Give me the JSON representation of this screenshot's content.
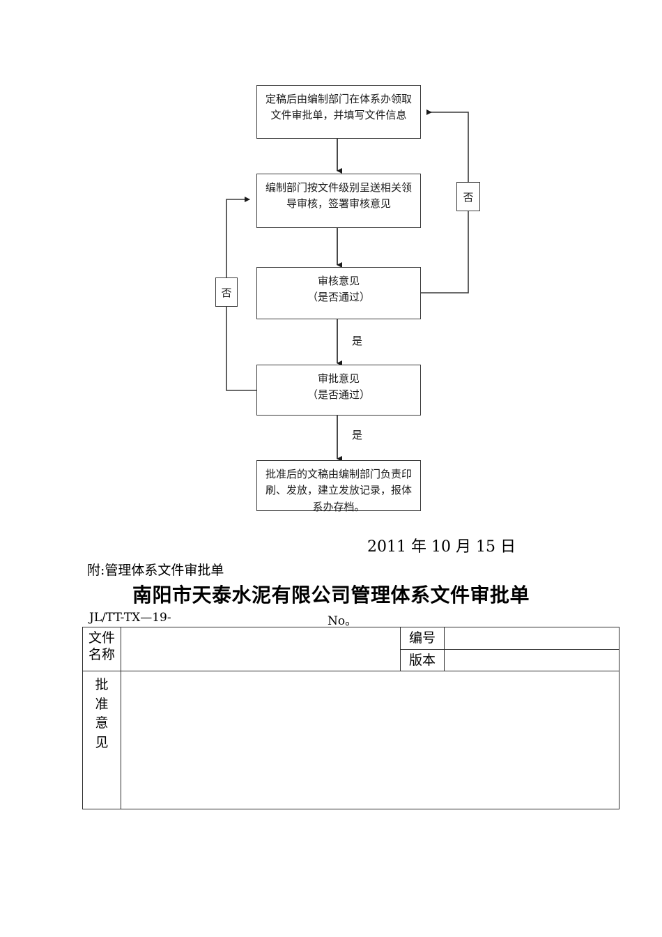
{
  "flowchart": {
    "nodes": [
      {
        "id": "n1",
        "text_lines": [
          "定稿后由编制部门在体系办领取",
          "文件审批单，并填写文件信息"
        ]
      },
      {
        "id": "n2",
        "text_lines": [
          "编制部门按文件级别呈送相关领",
          "导审核，签署审核意见"
        ]
      },
      {
        "id": "n3",
        "text_lines": [
          "审核意见",
          "（是否通过）"
        ]
      },
      {
        "id": "n4",
        "text_lines": [
          "审批意见",
          "（是否通过）"
        ]
      },
      {
        "id": "n5",
        "text_lines": [
          "批准后的文稿由编制部门负责印",
          "刷、发放，建立发放记录，报体",
          "系办存档。"
        ]
      }
    ],
    "edge_labels": {
      "no_right": "否",
      "no_left": "否",
      "yes_mid": "是",
      "yes_bottom": "是"
    },
    "line_color": "#3a3a3a"
  },
  "document": {
    "date": "2011 年 10 月 15 日",
    "attachment": "附:管理体系文件审批单",
    "form_title": "南阳市天泰水泥有限公司管理体系文件审批单",
    "form_code": "JL/TT-TX—19-",
    "form_no": "No。"
  },
  "form_table": {
    "row1_label_lines": [
      "文件",
      "名称"
    ],
    "row1_value": "",
    "key_number": "编号",
    "value_number": "",
    "key_version": "版本",
    "value_version": "",
    "approval_label_chars": [
      "批",
      "准",
      "意",
      "见"
    ],
    "approval_value": ""
  }
}
